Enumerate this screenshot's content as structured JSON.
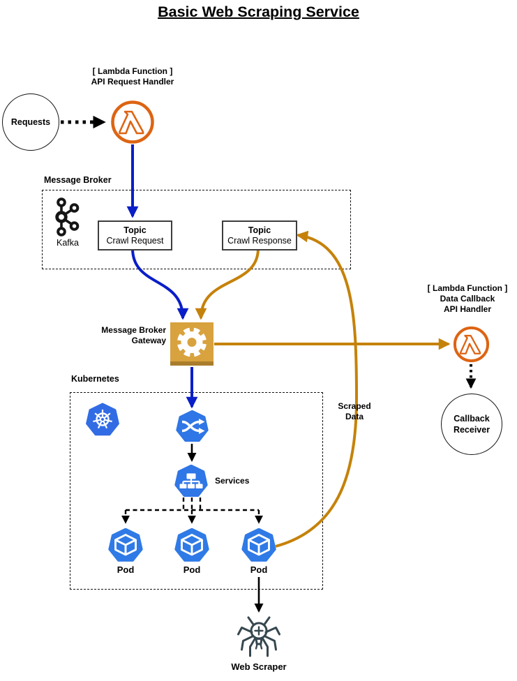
{
  "title": "Basic Web Scraping Service",
  "sections": {
    "message_broker": "Message Broker",
    "kubernetes": "Kubernetes"
  },
  "nodes": {
    "requests": {
      "label": "Requests"
    },
    "lambda_api": {
      "line1": "[ Lambda Function ]",
      "line2": "API Request Handler"
    },
    "kafka": {
      "label": "Kafka"
    },
    "topic_request": {
      "title": "Topic",
      "name": "Crawl Request"
    },
    "topic_response": {
      "title": "Topic",
      "name": "Crawl Response"
    },
    "gateway": {
      "line1": "Message Broker",
      "line2": "Gateway"
    },
    "lambda_callback": {
      "line1": "[ Lambda Function ]",
      "line2": "Data Callback",
      "line3": "API Handler"
    },
    "callback_receiver": {
      "line1": "Callback",
      "line2": "Receiver"
    },
    "services": {
      "label": "Services"
    },
    "pods": [
      "Pod",
      "Pod",
      "Pod"
    ],
    "web_scraper": {
      "label": "Web Scraper"
    },
    "scraped_data": {
      "line1": "Scraped",
      "line2": "Data"
    }
  },
  "colors": {
    "blue_arrow": "#0a1ec8",
    "orange_arrow": "#c5820a",
    "lambda_orange": "#dd6413",
    "kubernetes_blue": "#326ce5",
    "node_blue": "#2f76e6",
    "gateway_gold": "#d8a23e",
    "spider_gray": "#36474f"
  }
}
